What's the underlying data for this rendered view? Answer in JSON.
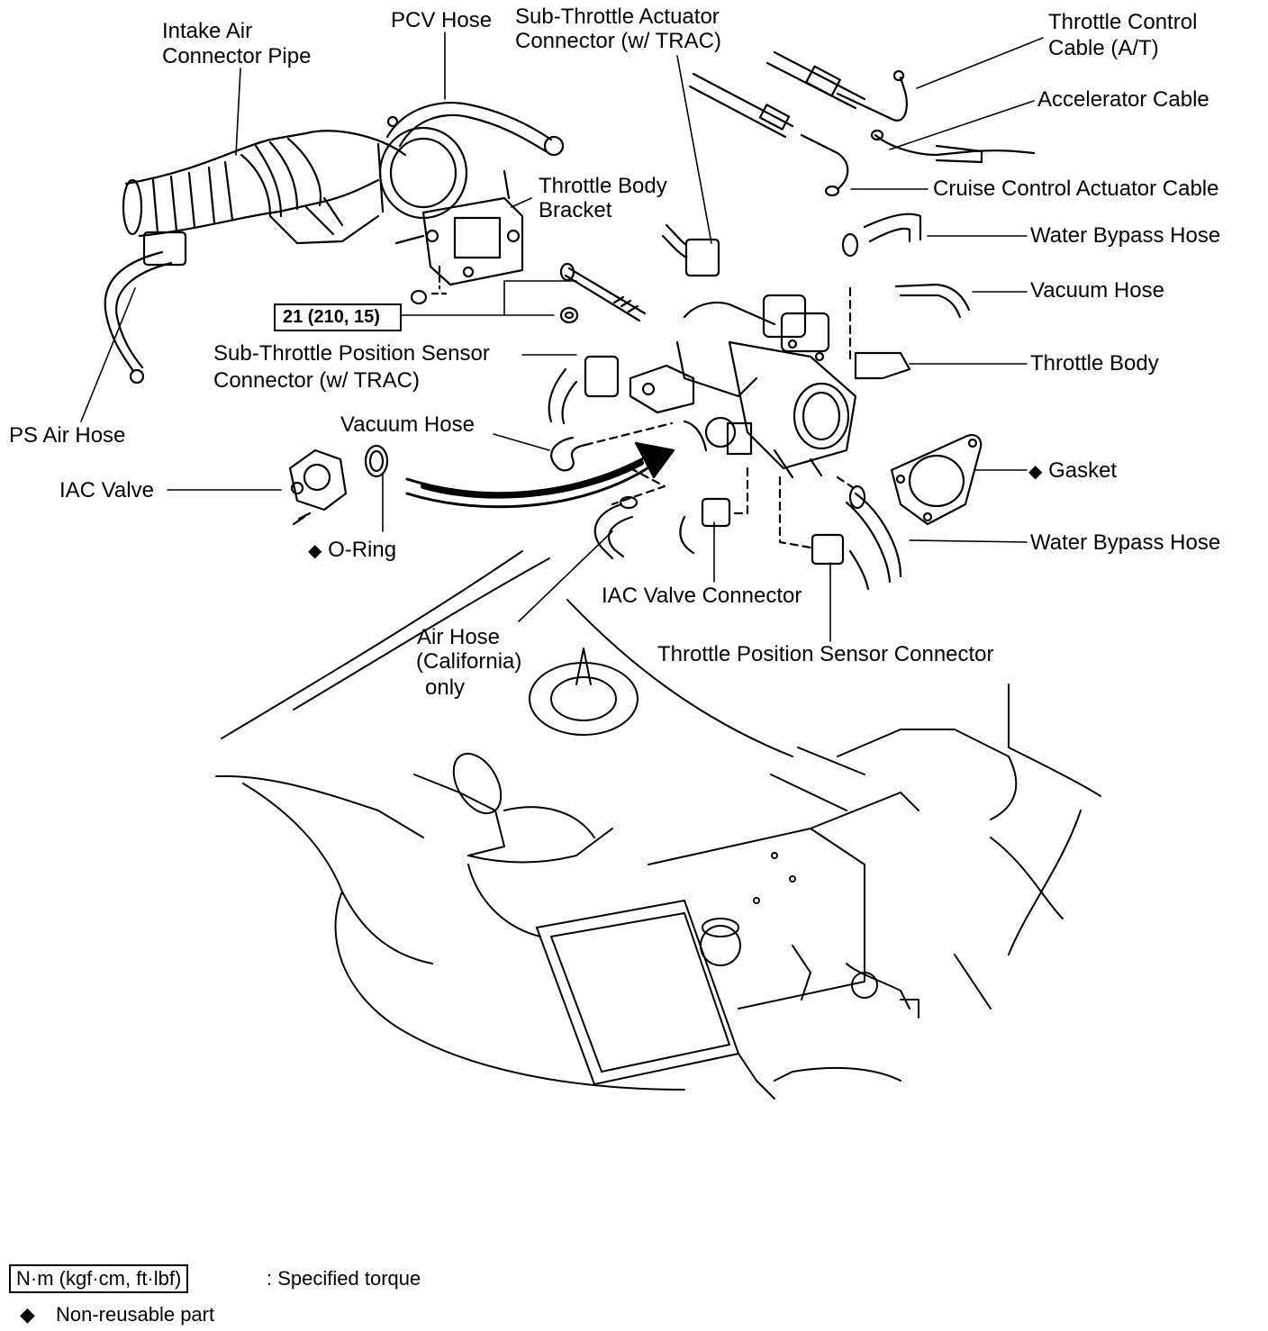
{
  "labels": {
    "intake_air_connector_pipe_1": "Intake Air",
    "intake_air_connector_pipe_2": "Connector Pipe",
    "pcv_hose": "PCV Hose",
    "sub_throttle_actuator_1": "Sub-Throttle Actuator",
    "sub_throttle_actuator_2": "Connector (w/ TRAC)",
    "throttle_control_cable_1": "Throttle Control",
    "throttle_control_cable_2": "Cable (A/T)",
    "accelerator_cable": "Accelerator Cable",
    "cruise_control_actuator_cable": "Cruise Control Actuator Cable",
    "throttle_body_bracket_1": "Throttle Body",
    "throttle_body_bracket_2": "Bracket",
    "water_bypass_hose_upper": "Water Bypass Hose",
    "vacuum_hose_right": "Vacuum Hose",
    "torque_spec": "21 (210, 15)",
    "sub_throttle_position_sensor_1": "Sub-Throttle Position Sensor",
    "sub_throttle_position_sensor_2": "Connector (w/ TRAC)",
    "throttle_body": "Throttle Body",
    "ps_air_hose": "PS Air Hose",
    "vacuum_hose_left": "Vacuum Hose",
    "gasket": "Gasket",
    "iac_valve": "IAC Valve",
    "o_ring": "O-Ring",
    "water_bypass_hose_lower": "Water Bypass Hose",
    "iac_valve_connector": "IAC Valve Connector",
    "air_hose_1": "Air Hose",
    "air_hose_2": "California",
    "air_hose_3": "only",
    "throttle_position_sensor_connector": "Throttle Position Sensor Connector"
  },
  "non_reusable_marker": "◆",
  "legend": {
    "torque_units": "N·m (kgf·cm, ft·lbf)",
    "torque_desc": ":  Specified torque",
    "nonreusable_marker": "◆",
    "nonreusable_desc": "Non-reusable part"
  }
}
